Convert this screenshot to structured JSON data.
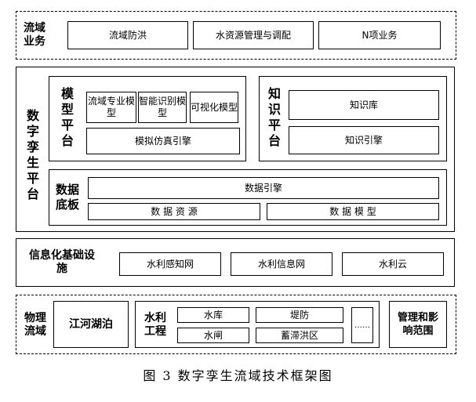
{
  "basin_business": {
    "label": "流域业务",
    "items": [
      "流域防洪",
      "水资源管理与调配",
      "N项业务"
    ]
  },
  "digital_twin": {
    "label": "数字孪生平台",
    "model_platform": {
      "label": "模型平台",
      "items": [
        "流域专业模型",
        "智能识别模型",
        "可视化模型"
      ],
      "engine": "模拟仿真引擎"
    },
    "knowledge_platform": {
      "label": "知识平台",
      "items": [
        "知识库",
        "知识引擎"
      ]
    },
    "data_base": {
      "label": "数据底板",
      "engine": "数据引擎",
      "items": [
        "数 据 资 源",
        "数 据 模 型"
      ]
    }
  },
  "infrastructure": {
    "label": "信息化基础设施",
    "items": [
      "水利感知网",
      "水利信息网",
      "水利云"
    ]
  },
  "physical_basin": {
    "label": "物理流域",
    "rivers_lakes": "江河湖泊",
    "projects": {
      "label": "水利工程",
      "items": [
        "水库",
        "堤防",
        "水闸",
        "蓄滞洪区"
      ],
      "more": "……"
    },
    "management": "管理和影响范围"
  },
  "caption": "图 3 数字孪生流域技术框架图"
}
